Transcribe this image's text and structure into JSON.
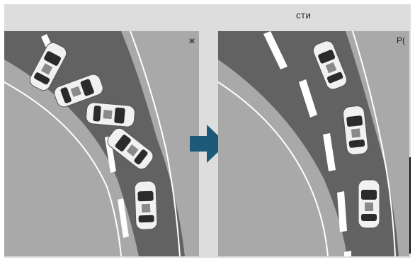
{
  "header": {
    "partial_text": "сти"
  },
  "panels": {
    "left": {
      "partial_label": "ж"
    },
    "right": {
      "partial_label": "Р("
    }
  },
  "icons": {
    "arrow": "right-arrow-icon",
    "car": "car-icon"
  },
  "colors": {
    "background": "#dddddd",
    "road_asphalt": "#626262",
    "road_shoulder": "#a9a9a9",
    "lane_marking": "#ffffff",
    "arrow": "#1d5a7a"
  }
}
